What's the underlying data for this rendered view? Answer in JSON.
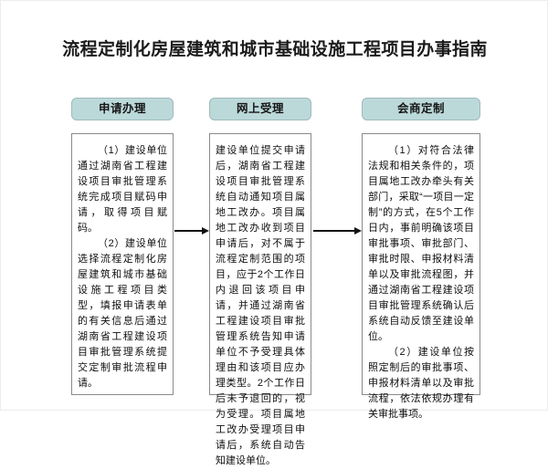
{
  "page": {
    "title": "流程定制化房屋建筑和城市基础设施工程项目办事指南",
    "background_color": "#ffffff",
    "border_color": "#ededed"
  },
  "style": {
    "pill_fill": "#bcd9da",
    "pill_border": "#9fb9ba",
    "box_border": "#8a8a8a",
    "arrow_color": "#121212",
    "text_color": "#0f0f0f"
  },
  "flow": {
    "stages": [
      {
        "id": "apply",
        "label": "申请办理",
        "paragraphs": [
          "（1）建设单位通过湖南省工程建设项目审批管理系统完成项目赋码申请，取得项目赋码。",
          "（2）建设单位选择流程定制化房屋建筑和城市基础设施工程项目类型，填报申请表单的有关信息后通过湖南省工程建设项目审批管理系统提交定制审批流程申请。"
        ]
      },
      {
        "id": "online-acceptance",
        "label": "网上受理",
        "paragraphs": [
          "建设单位提交申请后，湖南省工程建设项目审批管理系统自动通知项目属地工改办。项目属地工改办收到项目申请后，对不属于流程定制范围的项目，应于2个工作日内退回该项目申请，并通过湖南省工程建设项目审批管理系统告知申请单位不予受理具体理由和该项目应办理类型。2个工作日后未予退回的，视为受理。项目属地工改办受理项目申请后，系统自动告知建设单位。"
        ]
      },
      {
        "id": "consult-customize",
        "label": "会商定制",
        "paragraphs": [
          "（1）对符合法律法规和相关条件的，项目属地工改办牵头有关部门，采取“一项目一定制”的方式，在5个工作日内，事前明确该项目审批事项、审批部门、审批时限、申报材料清单以及审批流程图，并通过湖南省工程建设项目审批管理系统确认后系统自动反馈至建设单位。",
          "（2）建设单位按照定制后的审批事项、申报材料清单以及审批流程，依法依规办理有关审批事项。"
        ]
      }
    ],
    "arrows": [
      {
        "id": "arrow-apply-to-acceptance",
        "direction": "right"
      },
      {
        "id": "arrow-acceptance-to-customize",
        "direction": "right"
      }
    ]
  }
}
